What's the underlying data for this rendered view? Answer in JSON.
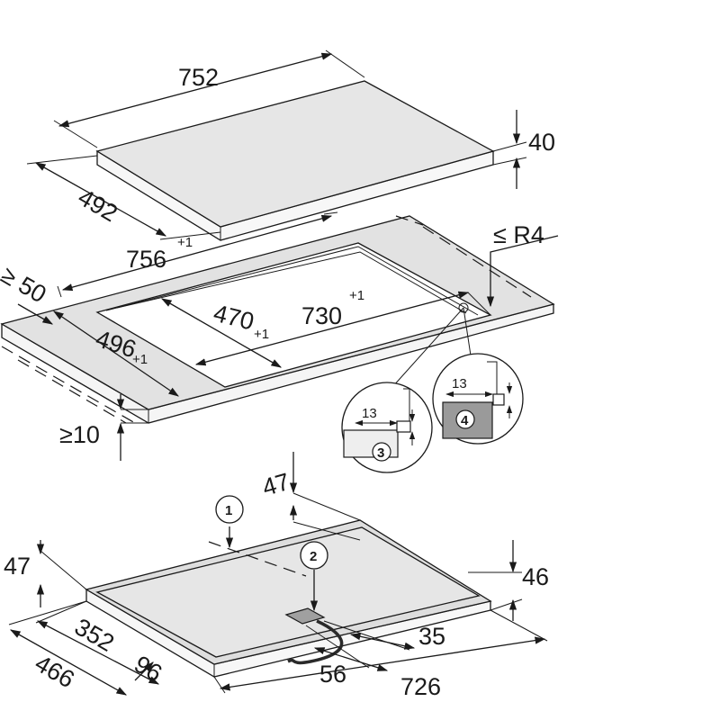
{
  "hob": {
    "width": "752",
    "depth": "492",
    "height": "40"
  },
  "cutout": {
    "outer_width": "756",
    "outer_width_tol": "+1",
    "inner_width": "730",
    "inner_width_tol": "+1",
    "outer_depth": "496",
    "outer_depth_tol": "+1",
    "inner_depth": "470",
    "inner_depth_tol": "+1",
    "corner_radius": "≤ R4",
    "min_front": "≥ 50",
    "min_thickness": "≥10"
  },
  "details": {
    "detail3": {
      "dim": "13",
      "label": "3"
    },
    "detail4": {
      "dim": "13",
      "label": "4"
    }
  },
  "underside": {
    "top_offset": "47",
    "side_offset": "47",
    "height": "46",
    "depth_a": "352",
    "depth_b": "466",
    "front_offset": "96",
    "conn_a": "35",
    "conn_b": "56",
    "width": "726",
    "callout1": "1",
    "callout2": "2"
  }
}
